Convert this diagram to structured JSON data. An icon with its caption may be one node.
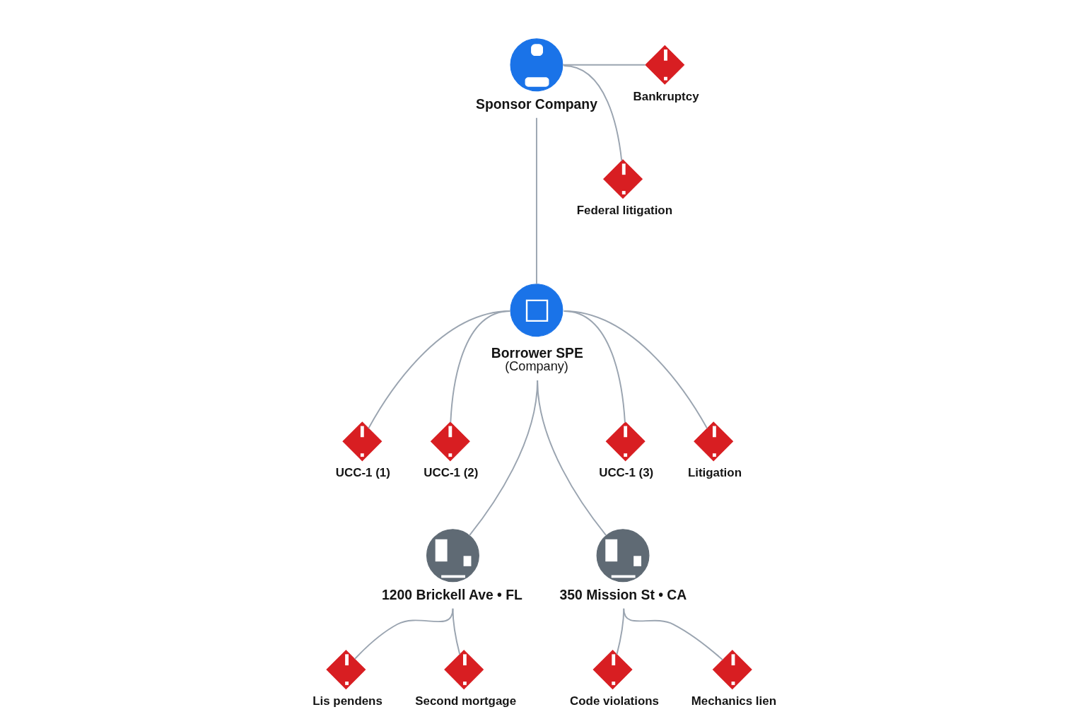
{
  "diagram": {
    "nodes": [
      {
        "text": [
          "Sponsor Company"
        ]
      },
      {
        "text": [
          "Bankruptcy"
        ]
      },
      {
        "text": [
          "Federal litigation"
        ]
      },
      {
        "text": [
          "Borrower SPE",
          "(Company)"
        ]
      },
      {
        "text": [
          "UCC-1 (1)"
        ]
      },
      {
        "text": [
          "UCC-1 (2)"
        ]
      },
      {
        "text": [
          "UCC-1 (3)"
        ]
      },
      {
        "text": [
          "Litigation"
        ]
      },
      {
        "text": [
          "1200 Brickell Ave • FL"
        ]
      },
      {
        "text": [
          "350 Mission St • CA"
        ]
      },
      {
        "text": [
          "Lis pendens"
        ]
      },
      {
        "text": [
          "Second mortgage"
        ]
      },
      {
        "text": [
          "Code violations"
        ]
      },
      {
        "text": [
          "Mechanics lien"
        ]
      }
    ],
    "edges": [
      {
        "from": 0,
        "to": 1,
        "arrow": "none"
      },
      {
        "from": 0,
        "to": 2,
        "arrow": "none"
      },
      {
        "from": 0,
        "to": 3,
        "arrow": "none"
      },
      {
        "from": 3,
        "to": 4,
        "arrow": "none"
      },
      {
        "from": 3,
        "to": 5,
        "arrow": "none"
      },
      {
        "from": 3,
        "to": 6,
        "arrow": "none"
      },
      {
        "from": 3,
        "to": 7,
        "arrow": "none"
      },
      {
        "from": 3,
        "to": 8,
        "arrow": "none"
      },
      {
        "from": 3,
        "to": 9,
        "arrow": "none"
      },
      {
        "from": 8,
        "to": 10,
        "arrow": "none"
      },
      {
        "from": 8,
        "to": 11,
        "arrow": "none"
      },
      {
        "from": 9,
        "to": 12,
        "arrow": "none"
      },
      {
        "from": 9,
        "to": 13,
        "arrow": "none"
      }
    ]
  }
}
